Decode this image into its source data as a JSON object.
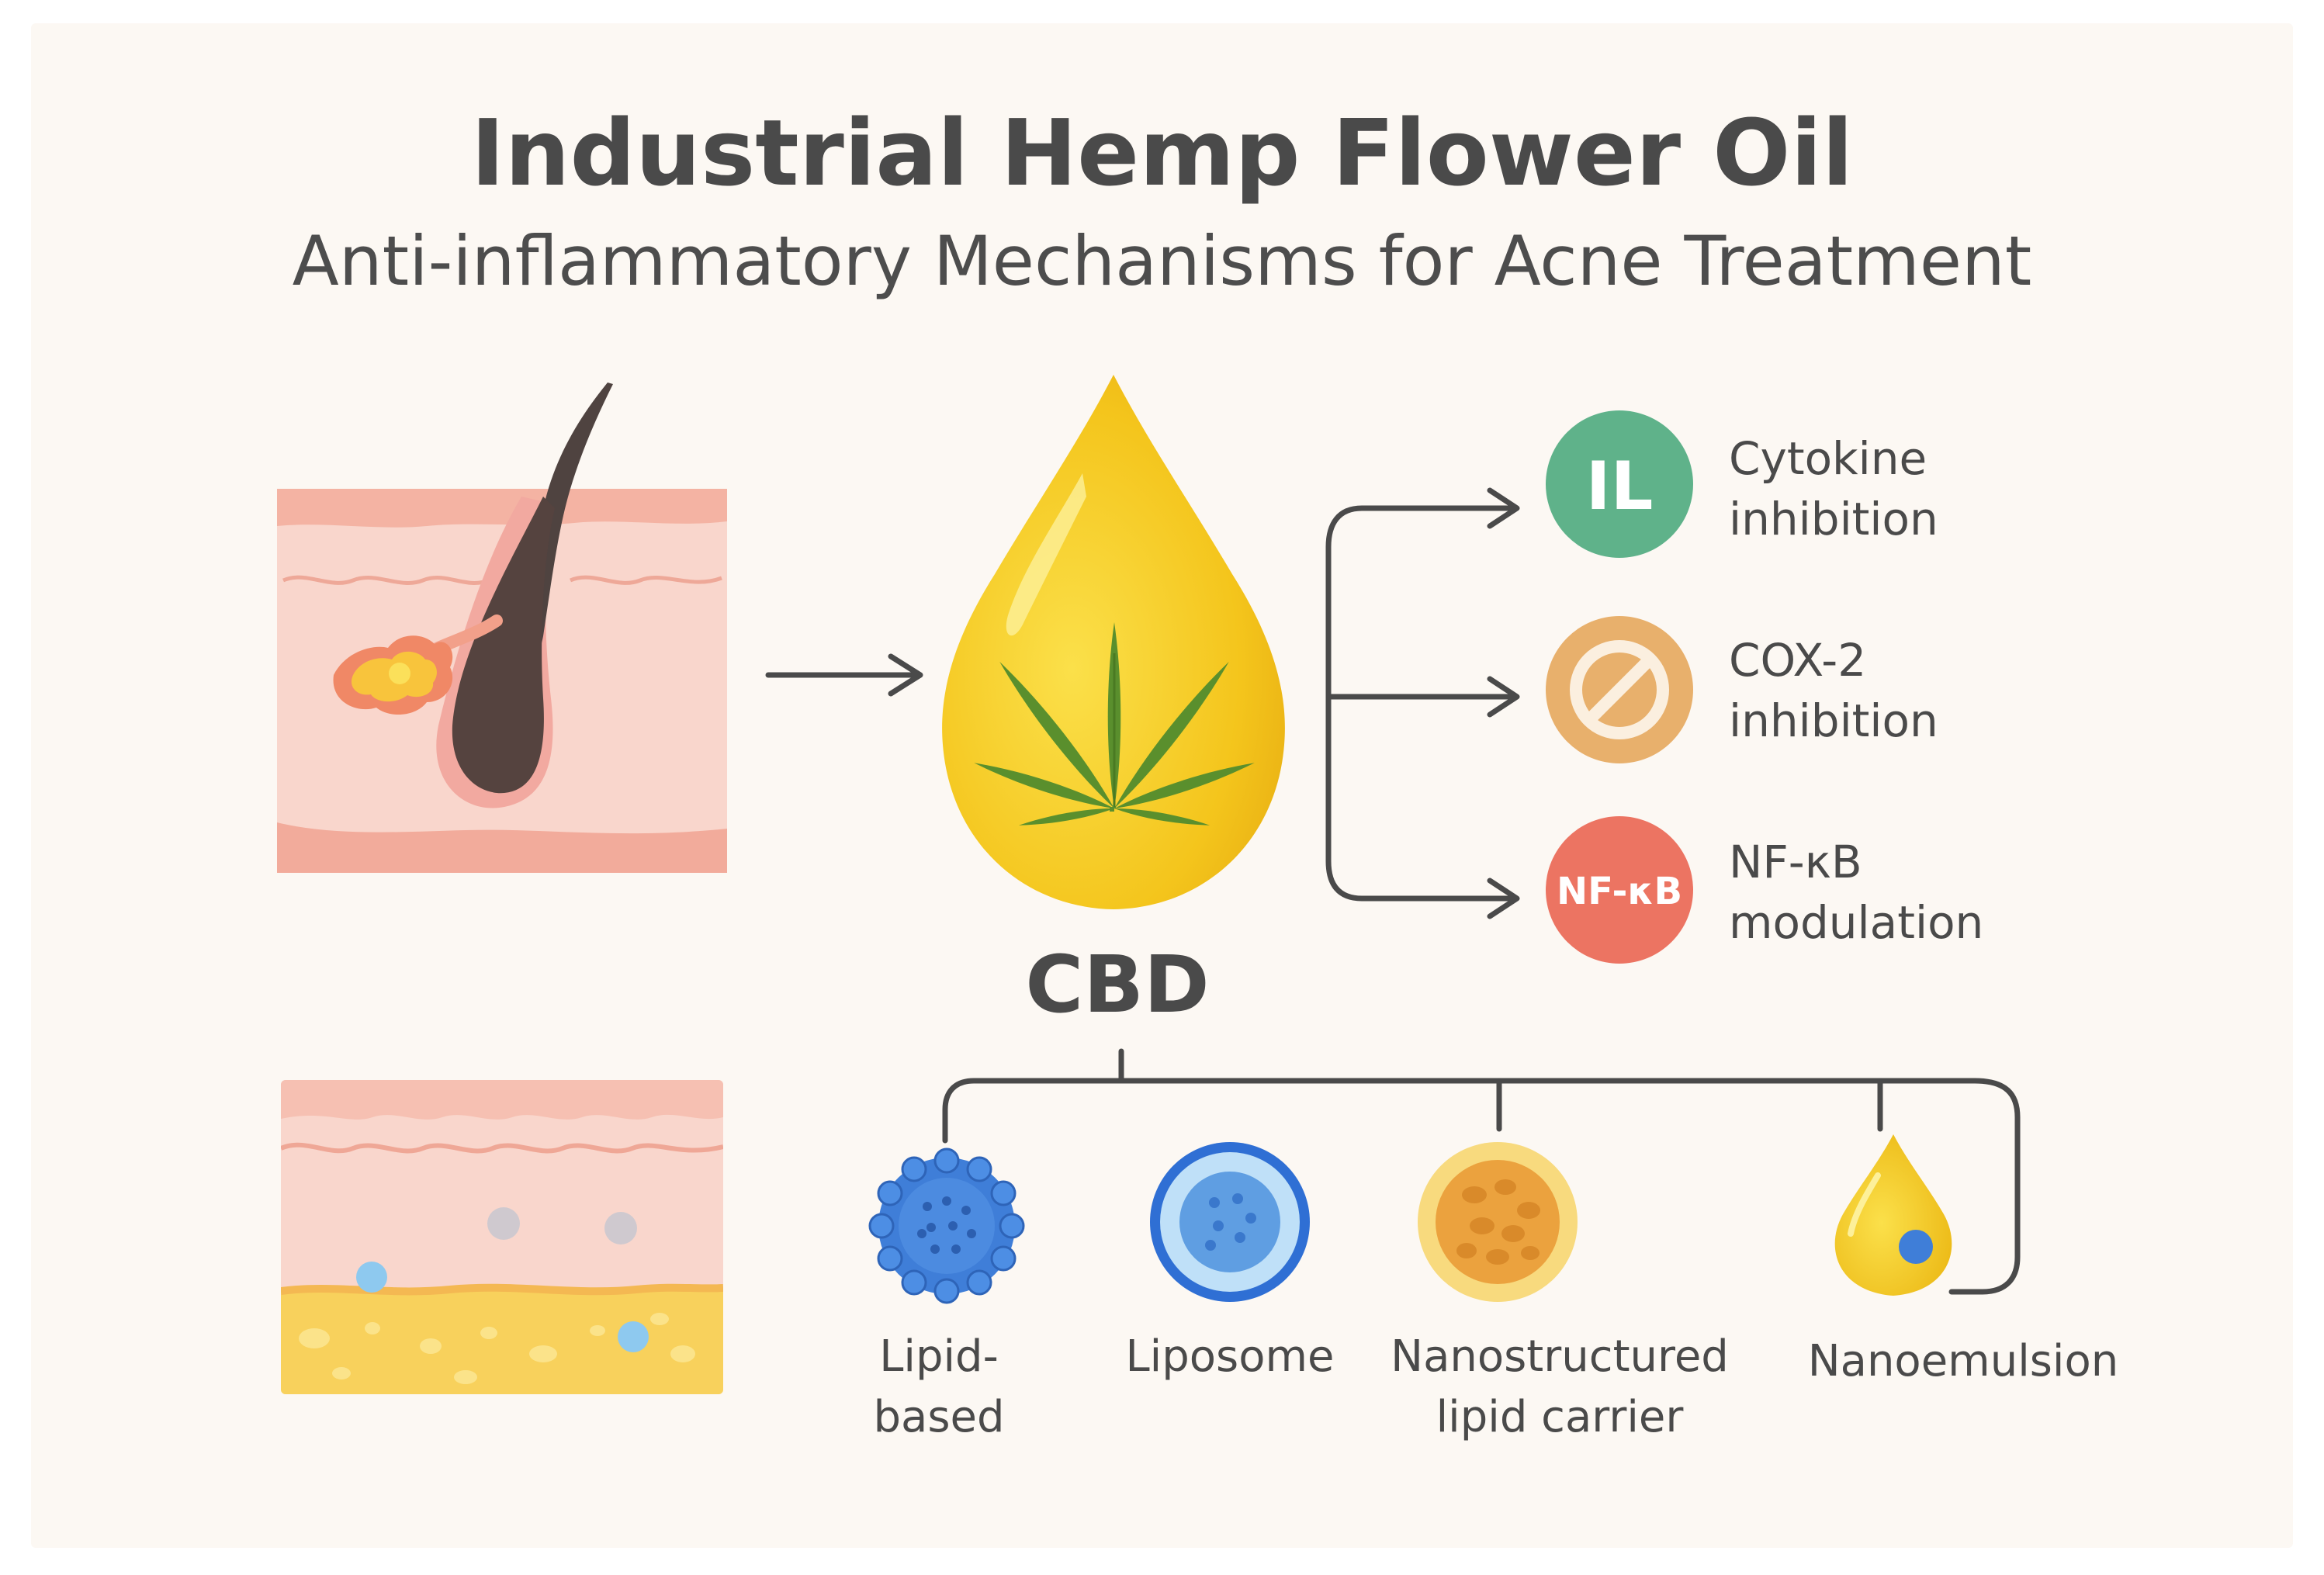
{
  "header": {
    "title": "Industrial Hemp Flower Oil",
    "subtitle": "Anti-inflammatory Mechanisms for Acne Treatment"
  },
  "center": {
    "label": "CBD"
  },
  "mechanisms": [
    {
      "badge": "IL",
      "line1": "Cytokine",
      "line2": "inhibition",
      "color": "#5fb28a"
    },
    {
      "badge": "",
      "line1": "COX-2",
      "line2": "inhibition",
      "color": "#e8b06c"
    },
    {
      "badge": "NF-κB",
      "line1": "NF-κB",
      "line2": "modulation",
      "color": "#ec7462"
    }
  ],
  "carriers": [
    {
      "line1": "Lipid-",
      "line2": "based",
      "icon": "lipid-nanoparticle-icon"
    },
    {
      "line1": "Liposome",
      "line2": "",
      "icon": "liposome-icon"
    },
    {
      "line1": "Nanostructured",
      "line2": "lipid carrier",
      "icon": "nlc-icon"
    },
    {
      "line1": "Nanoemulsion",
      "line2": "",
      "icon": "nanoemulsion-droplet-icon"
    }
  ],
  "colors": {
    "background": "#fcf8f3",
    "text": "#4a4a4a",
    "oil_yellow": "#f4c51c",
    "skin_pink": "#f9d6cc",
    "leaf_green": "#5a8f2d"
  }
}
